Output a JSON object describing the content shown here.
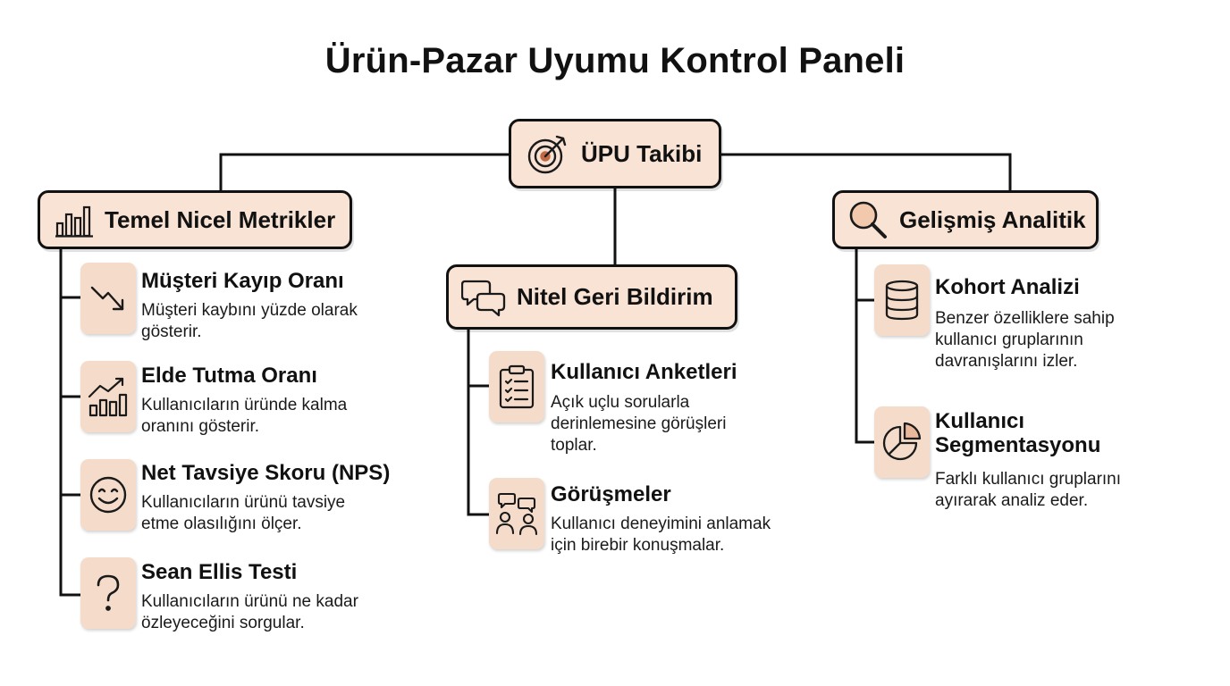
{
  "title": "Ürün-Pazar Uyumu Kontrol Paneli",
  "root": {
    "label": "ÜPU Takibi",
    "icon": "target-arrow-icon"
  },
  "branches": [
    {
      "label": "Temel Nicel Metrikler",
      "icon": "bar-chart-icon",
      "items": [
        {
          "title": "Müşteri Kayıp Oranı",
          "desc": "Müşteri kaybını yüzde olarak\ngösterir.",
          "icon": "trend-down-icon"
        },
        {
          "title": "Elde Tutma Oranı",
          "desc": "Kullanıcıların üründe kalma\noranını gösterir.",
          "icon": "growth-chart-icon"
        },
        {
          "title": "Net Tavsiye Skoru (NPS)",
          "desc": "Kullanıcıların ürünü tavsiye\netme olasılığını ölçer.",
          "icon": "smiley-icon"
        },
        {
          "title": "Sean Ellis Testi",
          "desc": "Kullanıcıların ürünü ne kadar\nözleyeceğini sorgular.",
          "icon": "question-mark-icon"
        }
      ]
    },
    {
      "label": "Nitel Geri Bildirim",
      "icon": "chat-bubbles-icon",
      "items": [
        {
          "title": "Kullanıcı Anketleri",
          "desc": "Açık uçlu sorularla\nderinlemesine görüşleri\ntoplar.",
          "icon": "clipboard-checklist-icon"
        },
        {
          "title": "Görüşmeler",
          "desc": "Kullanıcı deneyimini anlamak\niçin birebir konuşmalar.",
          "icon": "people-talking-icon"
        }
      ]
    },
    {
      "label": "Gelişmiş Analitik",
      "icon": "magnifier-icon",
      "items": [
        {
          "title": "Kohort Analizi",
          "desc": "Benzer özelliklere sahip\nkullanıcı gruplarının\ndavranışlarını izler.",
          "icon": "database-icon"
        },
        {
          "title": "Kullanıcı\nSegmentasyonu",
          "desc": "Farklı kullanıcı gruplarını\nayırarak analiz eder.",
          "icon": "pie-chart-icon"
        }
      ]
    }
  ]
}
